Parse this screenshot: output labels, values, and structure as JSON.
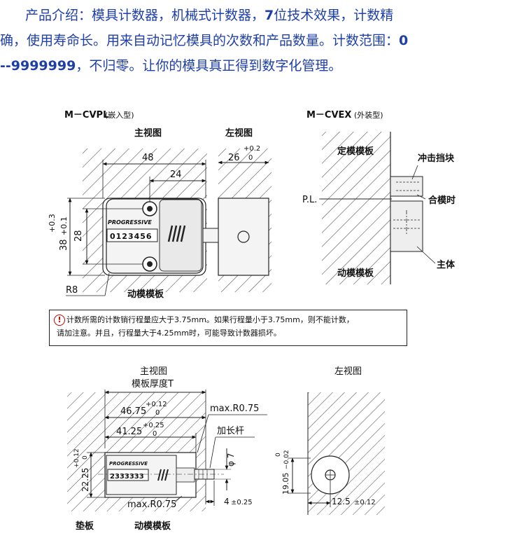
{
  "intro": {
    "line1": "产品介绍：模具计数器，机械式计数器，7位技术效果，计数精",
    "line2": "确，使用寿命长。用来自动记忆模具的次数和产品数量。计数范围：0",
    "line3": "--9999999，不归零。让你的模具真正得到数字化管理。"
  },
  "top_left": {
    "model": "M－CVPL",
    "model_type": "(嵌入型)",
    "main_view": "主视图",
    "side_view": "左视图",
    "dim_width": "48",
    "dim_half": "24",
    "dim_height_inner": "28",
    "dim_height_outer": "38",
    "dim_tol_upper": "+0.3",
    "dim_tol_lower": "+0.1",
    "dim_depth": "26",
    "dim_depth_tol_upper": "+0.2",
    "dim_depth_tol_lower": "0",
    "radius": "R8",
    "plate_label": "动模模板",
    "brand": "PROGRESSIVE",
    "digits": "0123456"
  },
  "top_right": {
    "model": "M－CVEX",
    "model_type": "(外装型)",
    "fixed_plate": "定模模板",
    "impact_block": "冲击挡块",
    "pl": "P.L.",
    "mold_close": "合模时",
    "moving_plate": "动模模板",
    "body": "主体"
  },
  "warning": {
    "icon": "warning-icon",
    "line1": "计数所需的计数销行程量应大于3.75mm。如果行程量小于3.75mm，则不能计数，",
    "line2": "请加注意。并且，行程量大于4.25mm时，可能导致计数器损坏。"
  },
  "bottom_left": {
    "main_view": "主视图",
    "plate_thickness": "模板厚度T",
    "dim1": "46.75",
    "dim1_tol_upper": "+0.12",
    "dim1_tol_lower": "0",
    "dim2": "41.25",
    "dim2_tol_upper": "+0.25",
    "dim2_tol_lower": "0",
    "dim_height": "22.25",
    "dim_height_tol_upper": "+0.12",
    "dim_height_tol_lower": "0",
    "max_r_top": "max.R0.75",
    "extension_rod": "加长杆",
    "phi7": "φ 7",
    "dim_4": "4",
    "dim_4_tol": "±0.25",
    "max_r_bottom": "max.R0.75",
    "backing_plate": "垫板",
    "moving_plate": "动模模板",
    "brand": "PROGRESSIVE",
    "digits": "2333333"
  },
  "bottom_right": {
    "side_view": "左视图",
    "dim_height": "19.05",
    "dim_height_tol_upper": "0",
    "dim_height_tol_lower": "−0.02",
    "dim_width": "12.5",
    "dim_width_tol": "±0.12"
  }
}
